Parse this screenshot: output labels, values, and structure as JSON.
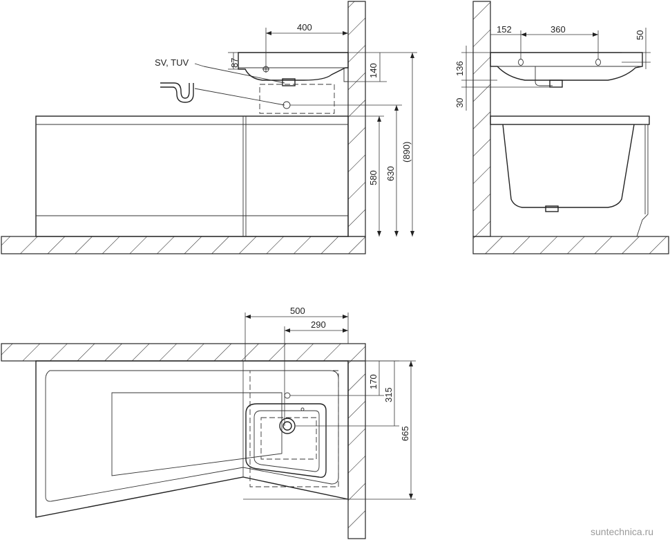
{
  "labels": {
    "connection": "SV, TUV"
  },
  "dimensions": {
    "front": {
      "width_400": "400",
      "h_87": "87",
      "h_140": "140",
      "h_580": "580",
      "h_630": "630",
      "h_890": "(890)"
    },
    "side": {
      "w_152": "152",
      "w_360": "360",
      "h_50": "50",
      "h_136": "136",
      "h_30": "30"
    },
    "plan": {
      "w_500": "500",
      "w_290": "290",
      "d_170": "170",
      "d_315": "315",
      "d_665": "665"
    }
  },
  "watermark": "suntechnica.ru"
}
